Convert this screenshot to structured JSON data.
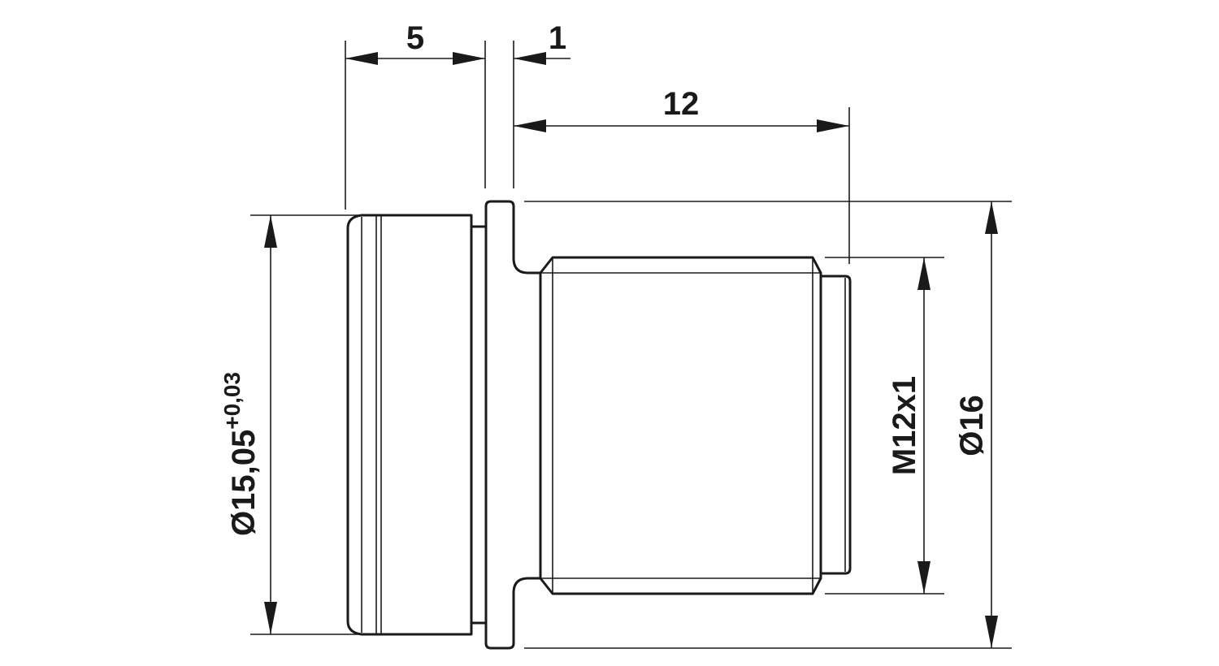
{
  "dimensions": {
    "width_collar": "5",
    "width_flange": "1",
    "length_thread": "12",
    "diameter_collar_main": "Ø15,05",
    "diameter_collar_tolerance": "+0,03",
    "thread_size": "M12x1",
    "diameter_flange": "Ø16"
  },
  "colors": {
    "line": "#1a1a1a",
    "background": "#ffffff"
  }
}
